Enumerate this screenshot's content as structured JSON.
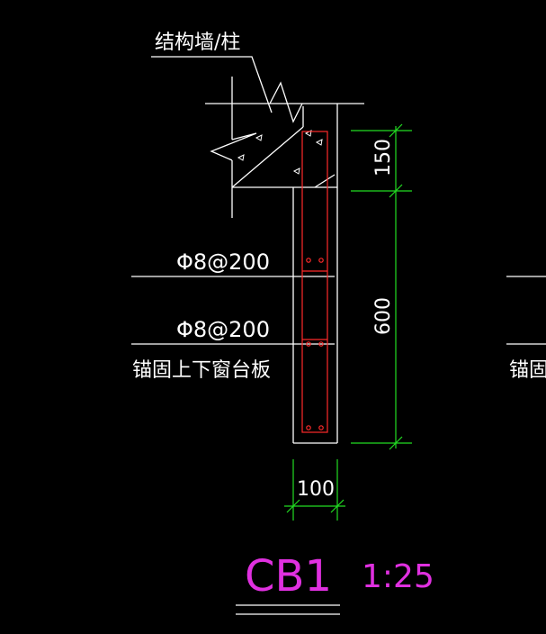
{
  "colors": {
    "background": "#000000",
    "linework": "#ffffff",
    "rebar": "#ff2a2a",
    "dimension": "#22dd22",
    "title": "#e030e0"
  },
  "labels": {
    "structural_wall": "结构墙/柱",
    "rebar_spacing_1": "Φ8@200",
    "rebar_spacing_2": "Φ8@200",
    "anchor_note": "锚固上下窗台板",
    "anchor_note_cut": "锚固上"
  },
  "dimensions": {
    "top_height": "150",
    "main_height": "600",
    "width": "100"
  },
  "title_block": {
    "name": "CB1",
    "scale": "1:25"
  }
}
